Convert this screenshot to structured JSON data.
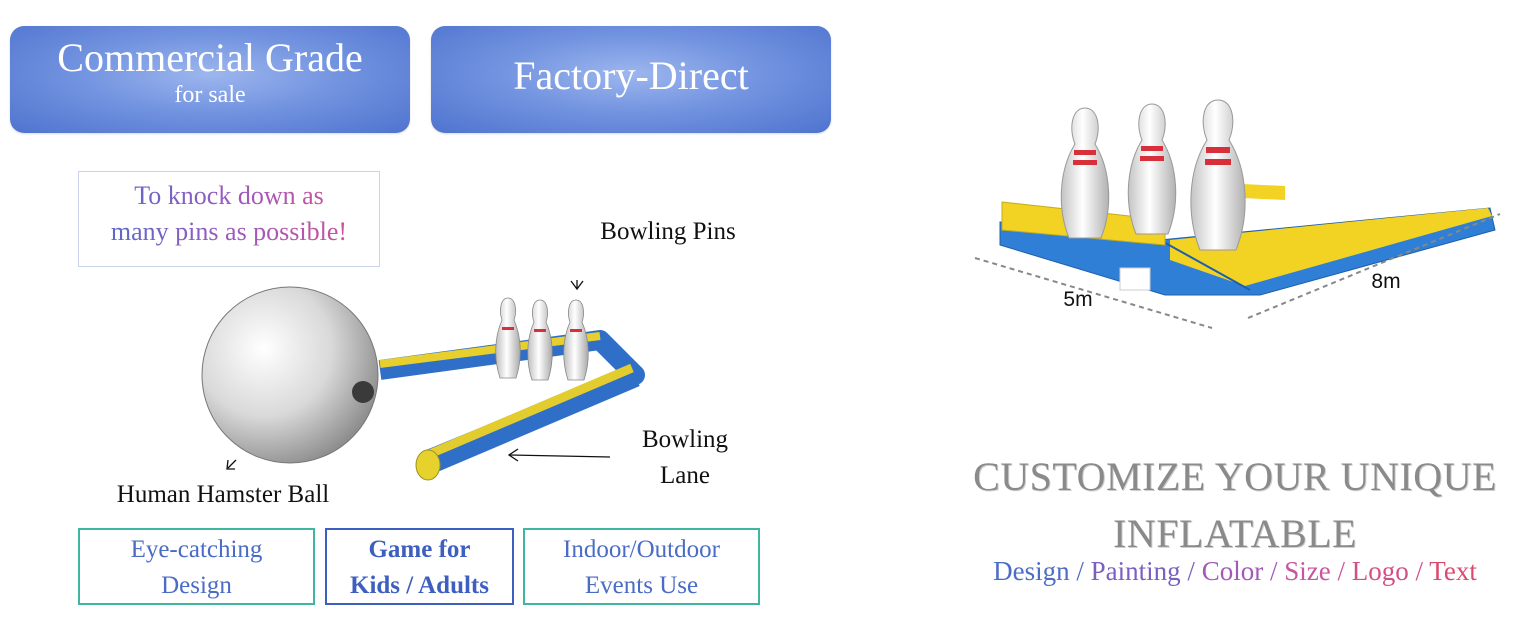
{
  "badges": {
    "commercial": {
      "title": "Commercial Grade",
      "subtitle": "for sale"
    },
    "factory": {
      "title": "Factory-Direct"
    }
  },
  "tagline": {
    "line1": "To knock down as",
    "line2": "many pins as possible!"
  },
  "labels": {
    "pins": "Bowling Pins",
    "lane_line1": "Bowling",
    "lane_line2": "Lane",
    "ball": "Human Hamster Ball"
  },
  "features": [
    {
      "line1": "Eye-catching",
      "line2": "Design",
      "border": "#3fb6a0"
    },
    {
      "line1": "Game for",
      "line2": "Kids / Adults",
      "border": "#3d5fc0"
    },
    {
      "line1": "Indoor/Outdoor",
      "line2": "Events Use",
      "border": "#3fb6a0"
    }
  ],
  "dimensions": {
    "width": "5m",
    "length": "8m"
  },
  "customize": {
    "line1": "CUSTOMIZE YOUR UNIQUE",
    "line2": "INFLATABLE",
    "options": [
      "Design",
      "Painting",
      "Color",
      "Size",
      "Logo",
      "Text"
    ],
    "option_colors": [
      "#4d6cc8",
      "#7a5fc2",
      "#a458b8",
      "#c7559f",
      "#d44f86",
      "#db4a6e"
    ],
    "separator": " / "
  },
  "colors": {
    "blue": "#2f7fd6",
    "yellow": "#f2d324",
    "pin_red": "#d8303a",
    "badge_blue": "#5a7dd6"
  }
}
